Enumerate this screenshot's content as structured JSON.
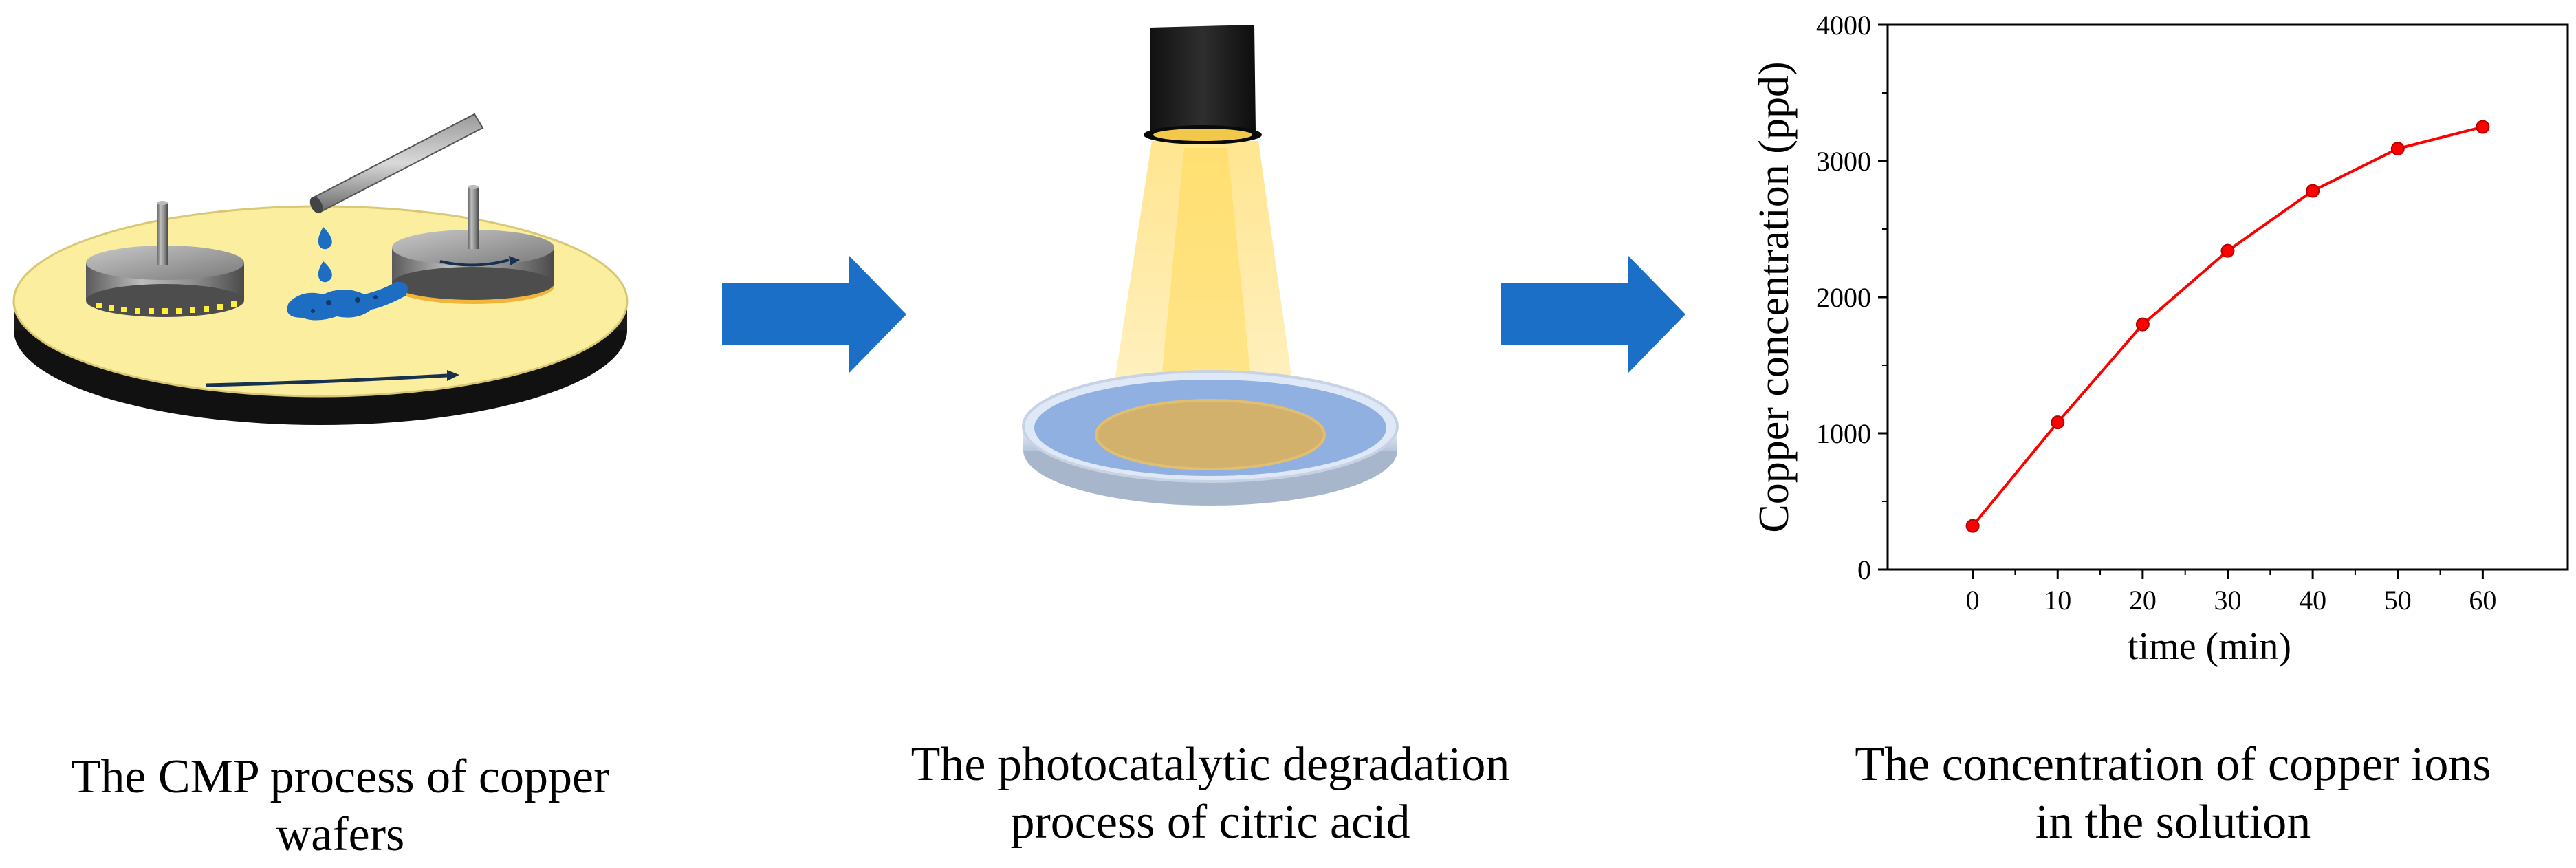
{
  "captions": {
    "cmp": {
      "line1": "The CMP process of copper",
      "line2": "wafers"
    },
    "photo": {
      "line1": "The photocatalytic degradation",
      "line2": "process of citric acid"
    },
    "conc": {
      "line1": "The concentration of copper ions",
      "line2": "in the solution"
    }
  },
  "colors": {
    "arrow": "#1c6fc6",
    "pad_top": "#fbee9f",
    "pad_side": "#1a1a1a",
    "slurry": "#1d6ec2",
    "light_beam": "#ffe48a",
    "dish_liquid": "#8fb0e0",
    "series_line": "#ff0000"
  },
  "icons": [
    "cmp-machine-icon",
    "process-arrow-icon",
    "uv-lamp-icon",
    "petri-dish-icon"
  ],
  "chart_data": {
    "type": "line",
    "title": "",
    "xlabel": "time  (min)",
    "ylabel": "Copper concentration (ppd)",
    "x": [
      0,
      10,
      20,
      30,
      40,
      50,
      60
    ],
    "series": [
      {
        "values": [
          320,
          1080,
          1800,
          2340,
          2780,
          3090,
          3250
        ],
        "color": "#ff0000"
      }
    ],
    "xlim": [
      -10,
      70
    ],
    "ylim": [
      0,
      4000
    ],
    "xticks": [
      "0",
      "10",
      "20",
      "30",
      "40",
      "50",
      "60"
    ],
    "yticks": [
      "0",
      "1000",
      "2000",
      "3000",
      "4000"
    ],
    "grid": false,
    "legend": "none"
  }
}
